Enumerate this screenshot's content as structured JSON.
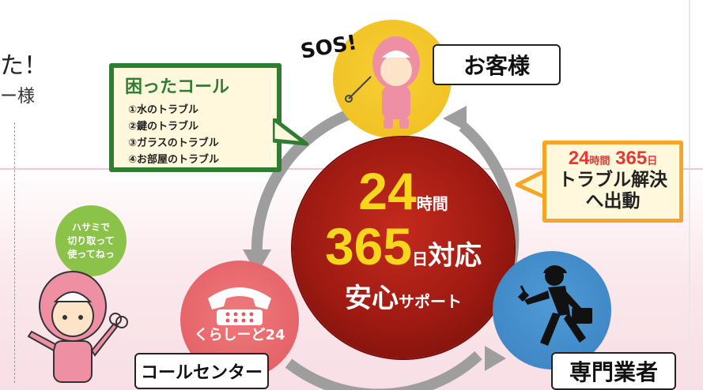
{
  "header": {
    "headline": "た！",
    "subline": "ー様"
  },
  "center": {
    "line1_number": "24",
    "line1_unit": "時間",
    "line2_number": "365",
    "line2_unit": "日",
    "line2_suffix": "対応",
    "line3_main": "安心",
    "line3_sub": "サポート"
  },
  "customer": {
    "label": "お客様",
    "sos": "SOS!"
  },
  "call_center": {
    "logo_text": "くらしーど24",
    "label": "コールセンター"
  },
  "contractor": {
    "label": "専門業者"
  },
  "trouble_call": {
    "title": "困ったコール",
    "items": [
      "①水のトラブル",
      "②鍵のトラブル",
      "③ガラスのトラブル",
      "④お部屋のトラブル"
    ]
  },
  "dispatch": {
    "num1": "24",
    "unit1": "時間",
    "num2": "365",
    "unit2": "日",
    "line2": "トラブル解決",
    "line3": "へ出動"
  },
  "mascot_bubble": {
    "lines": [
      "ハサミで",
      "切り取って",
      "使ってねっ"
    ]
  },
  "colors": {
    "center_red": "#9d1a12",
    "yellow_text": "#f7d61c",
    "customer_yellow": "#efbd1d",
    "callcenter_pink": "#e05a61",
    "contractor_blue": "#3a80c0",
    "trouble_green": "#2e7d32",
    "dispatch_orange": "#f5a623",
    "dispatch_red": "#e53935",
    "arrow_gray": "#9e9e9e"
  },
  "icons": {
    "customer": "mascot-sos-icon",
    "call_center": "telephone-icon",
    "contractor": "running-worker-icon",
    "mascot": "scissors-mascot-icon"
  }
}
